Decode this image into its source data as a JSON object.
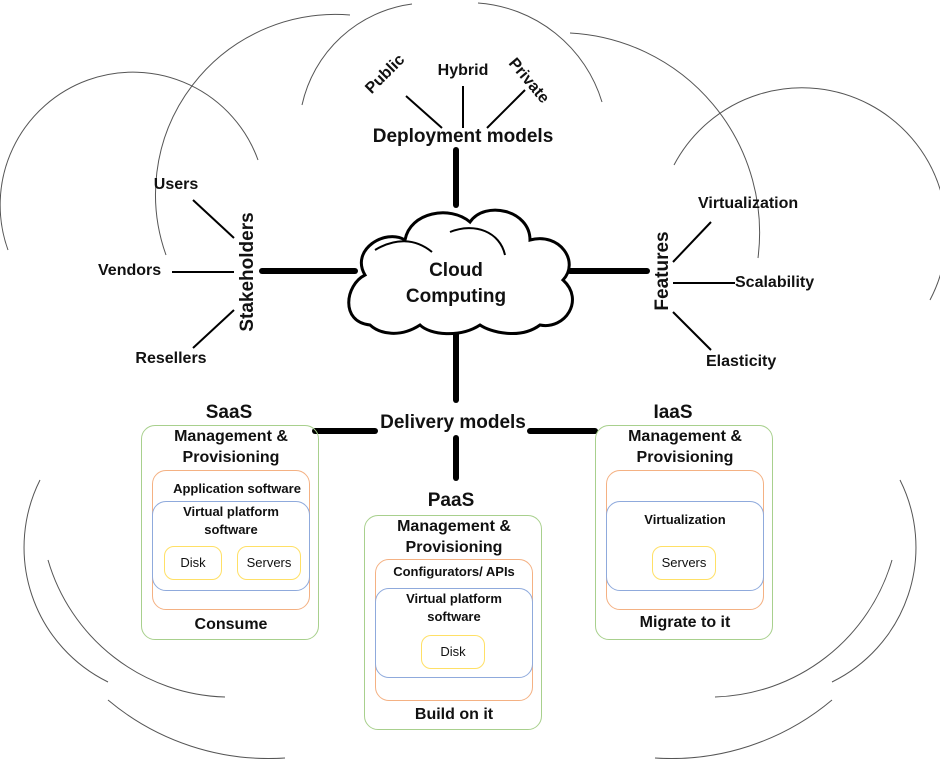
{
  "center": {
    "line1": "Cloud",
    "line2": "Computing"
  },
  "deployment": {
    "title": "Deployment models",
    "items": [
      "Public",
      "Hybrid",
      "Private"
    ]
  },
  "stakeholders": {
    "title": "Stakeholders",
    "items": [
      "Users",
      "Vendors",
      "Resellers"
    ]
  },
  "features": {
    "title": "Features",
    "items": [
      "Virtualization",
      "Scalability",
      "Elasticity"
    ]
  },
  "delivery": {
    "title": "Delivery models",
    "saas": {
      "title": "SaaS",
      "mgmt1": "Management &",
      "mgmt2": "Provisioning",
      "layer": "Application software",
      "platform1": "Virtual platform",
      "platform2": "software",
      "items": [
        "Disk",
        "Servers"
      ],
      "footer": "Consume"
    },
    "paas": {
      "title": "PaaS",
      "mgmt1": "Management &",
      "mgmt2": "Provisioning",
      "layer": "Configurators/ APIs",
      "platform1": "Virtual platform",
      "platform2": "software",
      "items": [
        "Disk"
      ],
      "footer": "Build on it"
    },
    "iaas": {
      "title": "IaaS",
      "mgmt1": "Management &",
      "mgmt2": "Provisioning",
      "platform1": "Virtualization",
      "items": [
        "Servers"
      ],
      "footer": "Migrate to it"
    }
  }
}
